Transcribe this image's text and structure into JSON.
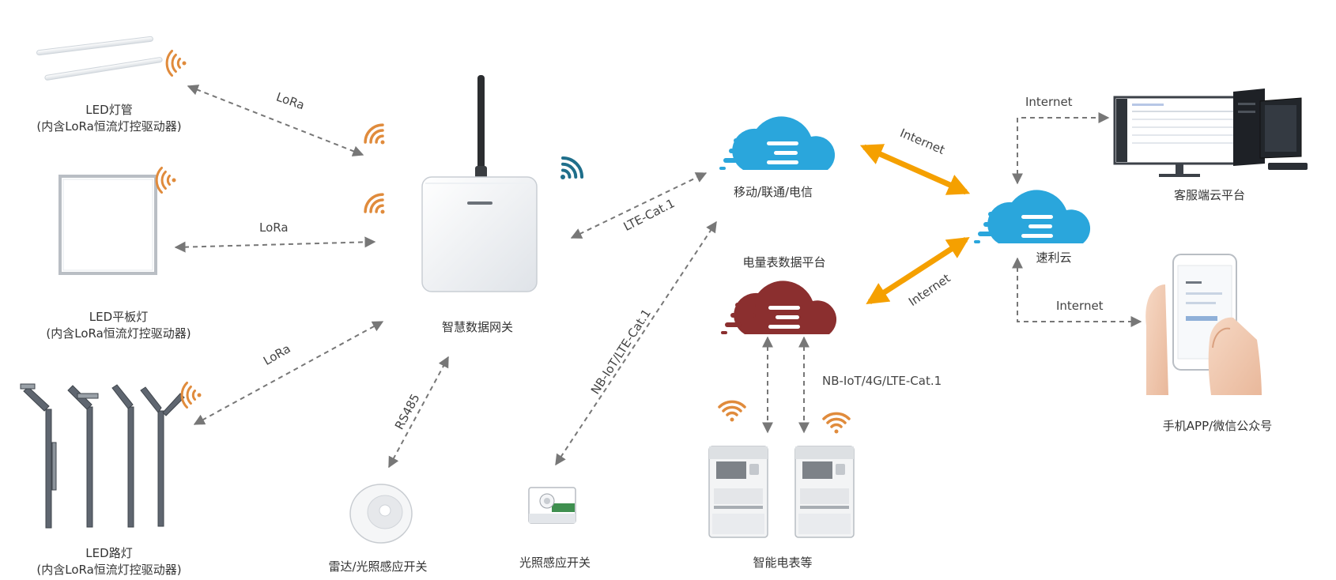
{
  "colors": {
    "wifi_orange": "#e08b3c",
    "wifi_blue": "#1f6f8b",
    "cloud_blue": "#2aa6dc",
    "cloud_red": "#8b2f2f",
    "arrow_orange": "#f5a000",
    "dash_gray": "#777777"
  },
  "nodes": {
    "led_tube": {
      "name": "LED灯管",
      "sub": "(内含LoRa恒流灯控驱动器)"
    },
    "led_panel": {
      "name": "LED平板灯",
      "sub": "(内含LoRa恒流灯控驱动器)"
    },
    "led_street": {
      "name": "LED路灯",
      "sub": "(内含LoRa恒流灯控驱动器)"
    },
    "gateway": {
      "name": "智慧数据网关"
    },
    "radar": {
      "name": "雷达/光照感应开关"
    },
    "light_switch": {
      "name": "光照感应开关"
    },
    "carrier_cloud": {
      "name": "移动/联通/电信"
    },
    "meter_platform": {
      "name": "电量表数据平台"
    },
    "smart_meter": {
      "name": "智能电表等"
    },
    "suli_cloud": {
      "name": "速利云"
    },
    "service_platform": {
      "name": "客服端云平台"
    },
    "mobile_app": {
      "name": "手机APP/微信公众号"
    }
  },
  "edges": {
    "lora_tube": "LoRa",
    "lora_panel": "LoRa",
    "lora_street": "LoRa",
    "rs485": "RS485",
    "lte_gateway": "LTE-Cat.1",
    "nb_switch": "NB-IoT/LTE-Cat.1",
    "internet_carrier": "Internet",
    "internet_meter": "Internet",
    "internet_service": "Internet",
    "internet_app": "Internet",
    "nb_meter": "NB-IoT/4G/LTE-Cat.1"
  }
}
